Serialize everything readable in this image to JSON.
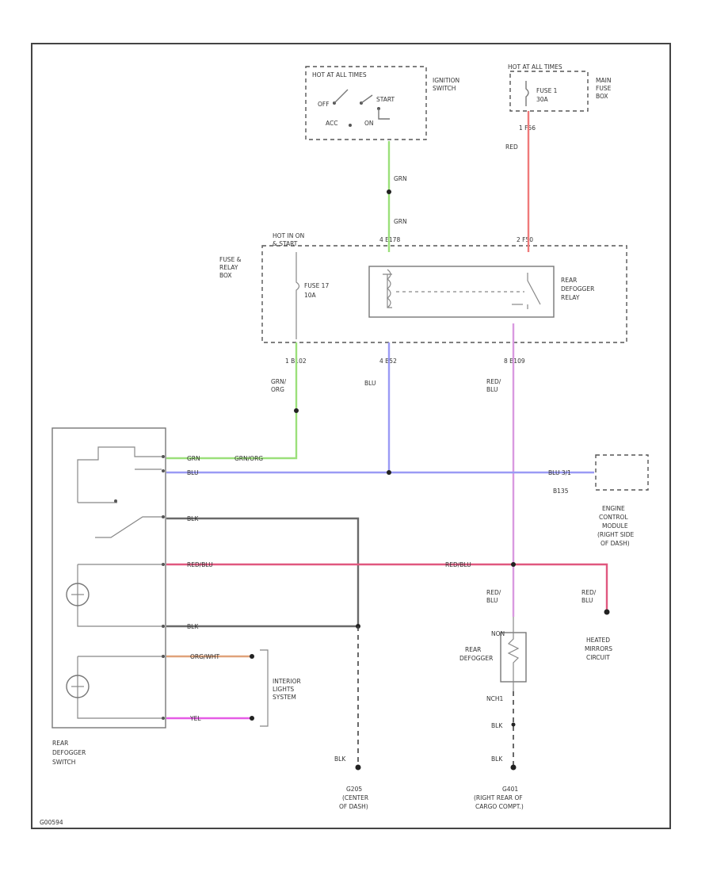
{
  "colors": {
    "grn": "#9be07a",
    "red": "#ef7a7a",
    "blu": "#9a9af5",
    "redblu": "#d99ae0",
    "redblu_h": "#e0587f",
    "blk": "#6a6a6a",
    "orn": "#e0a27a",
    "violet": "#e65ce6"
  },
  "labels": {
    "ign_hot": "HOT AT ALL TIMES",
    "ign_off": "OFF",
    "ign_start": "START",
    "ign_acc": "ACC",
    "ign_on": "ON",
    "ign_name_1": "IGNITION",
    "ign_name_2": "SWITCH",
    "ign_w1": "GRN",
    "ign_w2": "GRN",
    "mf_hot": "HOT AT ALL TIMES",
    "mf_fuse_1": "FUSE 1",
    "mf_fuse_2": "30A",
    "mf_name_1": "MAIN",
    "mf_name_2": "FUSE",
    "mf_name_3": "BOX",
    "mf_pin": "1  F56",
    "mf_w": "RED",
    "top_pin_l": "4  E178",
    "top_pin_r": "2  F50",
    "fr_hot_1": "HOT IN ON",
    "fr_hot_2": "& START",
    "fr_name_1": "FUSE &",
    "fr_name_2": "RELAY",
    "fr_name_3": "BOX",
    "fr_fuse_1": "FUSE 17",
    "fr_fuse_2": "10A",
    "relay_1": "REAR",
    "relay_2": "DEFOGGER",
    "relay_3": "RELAY",
    "bot_pin_1": "1  B102",
    "bot_pin_2": "4  B52",
    "bot_pin_3": "8  B109",
    "w_grnorg_1": "GRN/",
    "w_grnorg_2": "ORG",
    "w_blu": "BLU",
    "w_redblu_1": "RED/",
    "w_redblu_2": "BLU",
    "sw_w1a": "GRN",
    "sw_w1b": "GRN/ORG",
    "sw_w2": "BLU",
    "sw_w3": "BLK",
    "sw_w4": "RED/BLU",
    "sw_w4b": "RED/BLU",
    "sw_w5": "BLK",
    "sw_w6": "ORG/WHT",
    "sw_w7": "YEL",
    "ecm_wire": "BLU  3/1",
    "ecm_pin": "B135",
    "ecm_1": "ENGINE",
    "ecm_2": "CONTROL",
    "ecm_3": "MODULE",
    "ecm_4": "(RIGHT SIDE",
    "ecm_5": "OF DASH)",
    "hm_w1": "RED/",
    "hm_w2": "BLU",
    "hm_1": "HEATED",
    "hm_2": "MIRRORS",
    "hm_3": "CIRCUIT",
    "def_w1": "RED/",
    "def_w2": "BLU",
    "def_1": "REAR",
    "def_2": "DEFOGGER",
    "def_pin_t": "NON",
    "def_pin_b": "NCH1",
    "def_blk": "BLK",
    "def_blk2": "BLK",
    "int_1": "INTERIOR",
    "int_2": "LIGHTS",
    "int_3": "SYSTEM",
    "sw_name_1": "REAR",
    "sw_name_2": "DEFOGGER",
    "sw_name_3": "SWITCH",
    "g1_w": "BLK",
    "g1_1": "G205",
    "g1_2": "(CENTER",
    "g1_3": "OF DASH)",
    "g2_w": "BLK",
    "g2_1": "G401",
    "g2_2": "(RIGHT REAR OF",
    "g2_3": "CARGO COMPT.)",
    "footer": "G00594"
  }
}
